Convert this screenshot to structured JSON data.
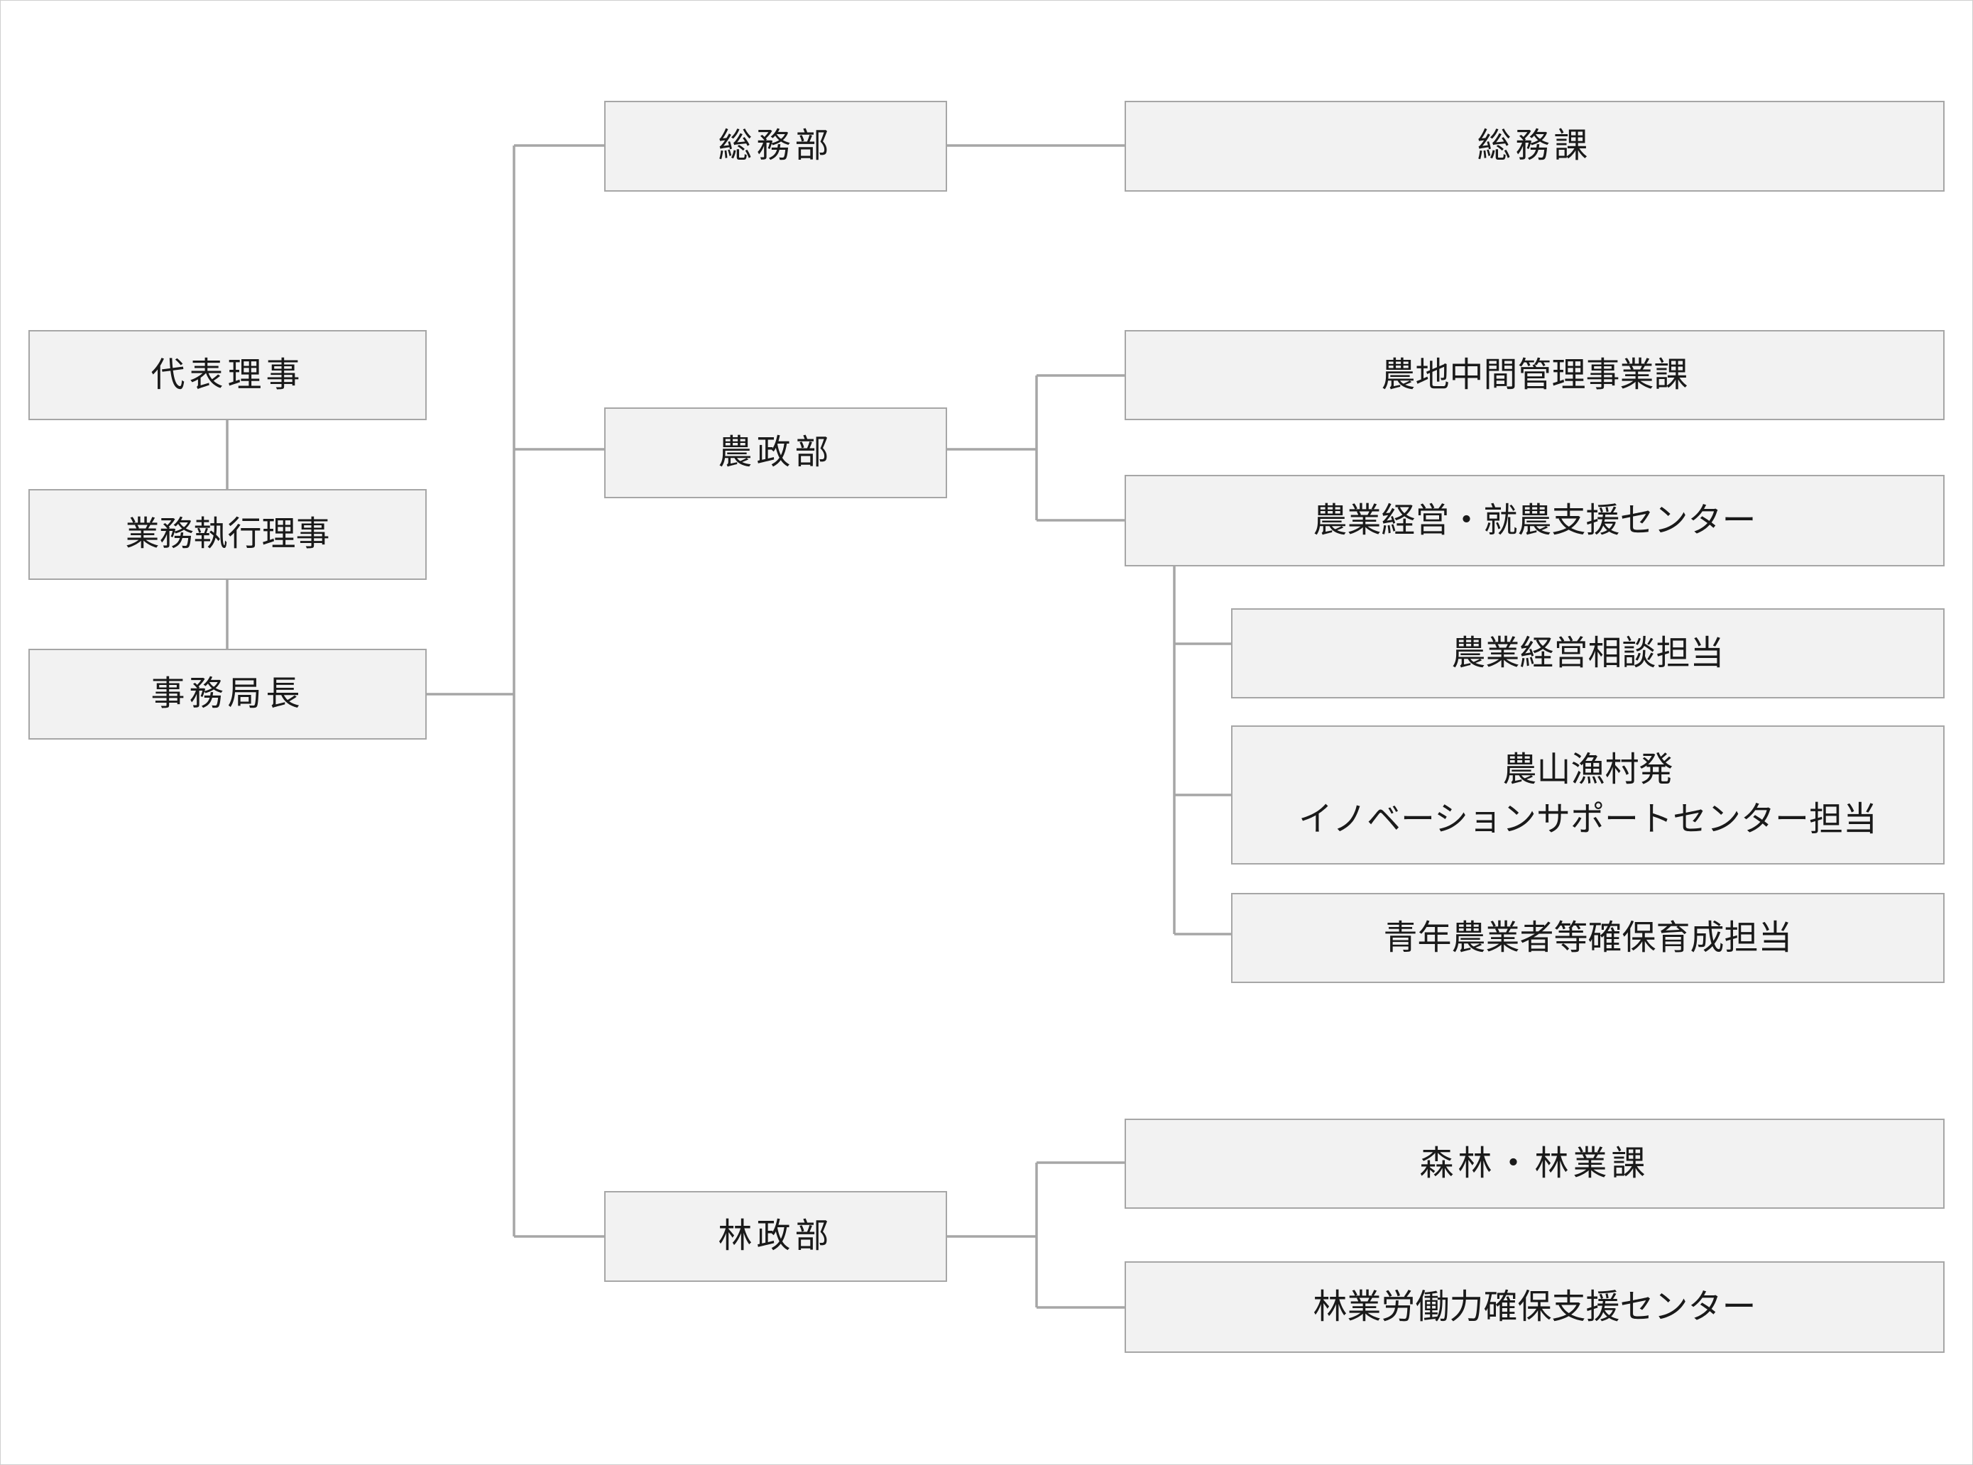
{
  "org": {
    "chairman": "代表理事",
    "executive_director": "業務執行理事",
    "secretary_general": "事務局長",
    "departments": {
      "general_affairs": {
        "label": "総務部",
        "sections": {
          "general_affairs_section": "総務課"
        }
      },
      "agricultural_policy": {
        "label": "農政部",
        "sections": {
          "farmland_management": "農地中間管理事業課",
          "farm_support_center": "農業経営・就農支援センター"
        },
        "support_center_units": {
          "consultation": "農業経営相談担当",
          "innovation_line1": "農山漁村発",
          "innovation_line2": "イノベーションサポートセンター担当",
          "young_farmers": "青年農業者等確保育成担当"
        }
      },
      "forestry_policy": {
        "label": "林政部",
        "sections": {
          "forestry_section": "森林・林業課",
          "labor_support_center": "林業労働力確保支援センター"
        }
      }
    }
  }
}
